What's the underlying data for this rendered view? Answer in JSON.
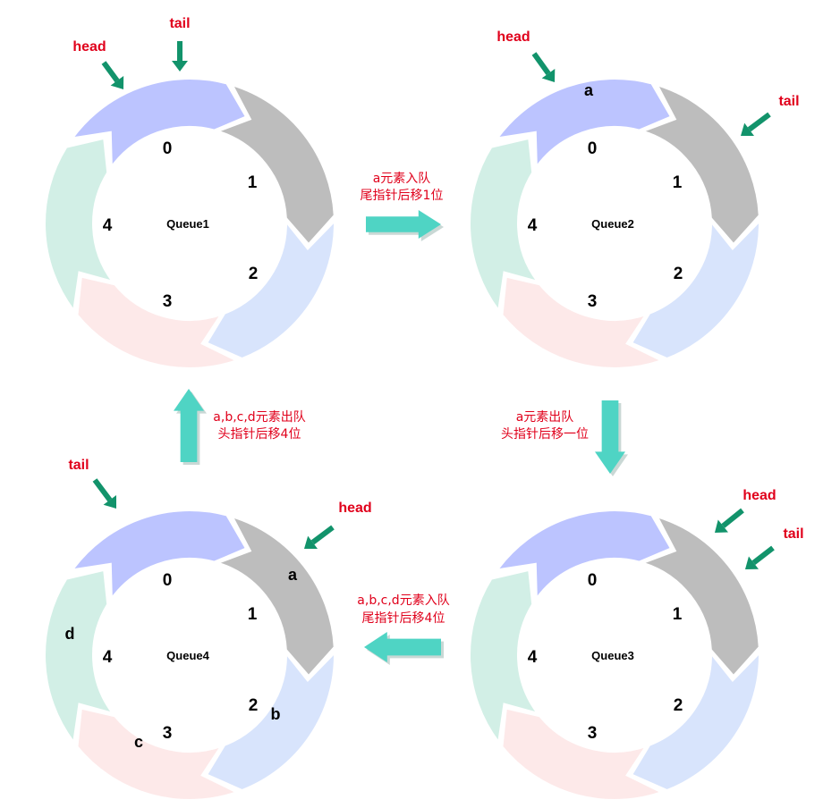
{
  "slot_colors": [
    "#bcc4ff",
    "#bdbdbd",
    "#d8e4fc",
    "#fde9e9",
    "#d2efe6"
  ],
  "pointer_color": "#e0001b",
  "pointer_arrow_color": "#12936b",
  "transition_arrow_color": "#4fd4c4",
  "queues": [
    {
      "name": "Queue1",
      "slots": [
        "0",
        "1",
        "2",
        "3",
        "4"
      ],
      "values": [
        "",
        "",
        "",
        "",
        ""
      ],
      "pointers": [
        {
          "label": "head",
          "slot": 0
        },
        {
          "label": "tail",
          "slot": 0
        }
      ]
    },
    {
      "name": "Queue2",
      "slots": [
        "0",
        "1",
        "2",
        "3",
        "4"
      ],
      "values": [
        "a",
        "",
        "",
        "",
        ""
      ],
      "pointers": [
        {
          "label": "head",
          "slot": 0
        },
        {
          "label": "tail",
          "slot": 1
        }
      ]
    },
    {
      "name": "Queue3",
      "slots": [
        "0",
        "1",
        "2",
        "3",
        "4"
      ],
      "values": [
        "",
        "",
        "",
        "",
        ""
      ],
      "pointers": [
        {
          "label": "head",
          "slot": 1
        },
        {
          "label": "tail",
          "slot": 1
        }
      ]
    },
    {
      "name": "Queue4",
      "slots": [
        "0",
        "1",
        "2",
        "3",
        "4"
      ],
      "values": [
        "",
        "a",
        "b",
        "c",
        "d"
      ],
      "pointers": [
        {
          "label": "head",
          "slot": 1
        },
        {
          "label": "tail",
          "slot": 0
        }
      ]
    }
  ],
  "transitions": [
    {
      "from": "Queue1",
      "to": "Queue2",
      "line1": "a元素入队",
      "line2": "尾指针后移1位"
    },
    {
      "from": "Queue2",
      "to": "Queue3",
      "line1": "a元素出队",
      "line2": "头指针后移一位"
    },
    {
      "from": "Queue3",
      "to": "Queue4",
      "line1": "a,b,c,d元素入队",
      "line2": "尾指针后移4位"
    },
    {
      "from": "Queue4",
      "to": "Queue1",
      "line1": "a,b,c,d元素出队",
      "line2": "头指针后移4位"
    }
  ]
}
